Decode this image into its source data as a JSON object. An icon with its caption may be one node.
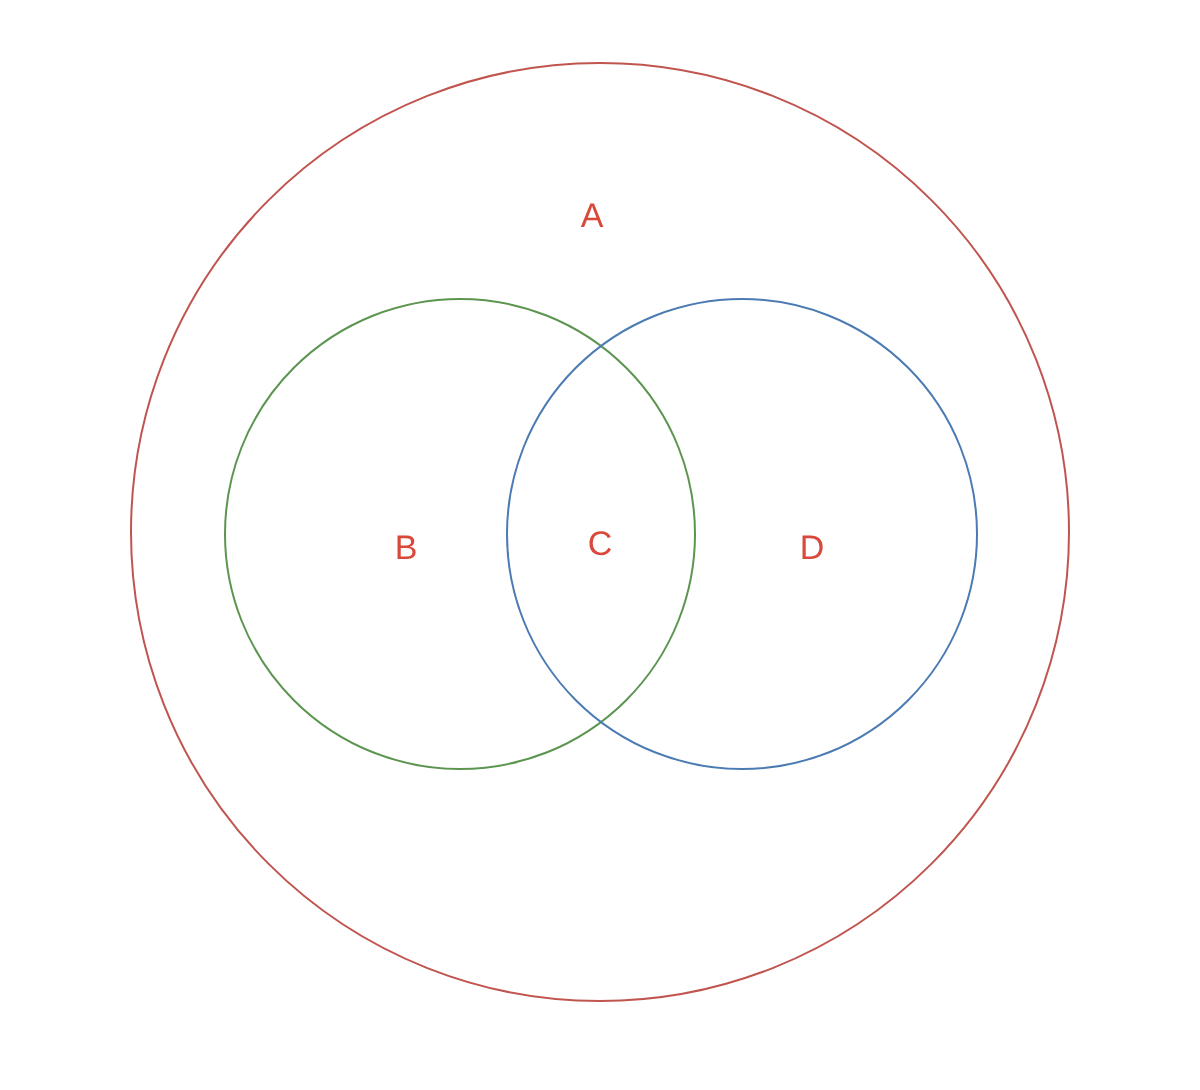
{
  "diagram": {
    "nodes": [
      {
        "text": [
          "A"
        ]
      },
      {
        "text": [
          "B"
        ],
        "in": 0
      },
      {
        "text": [
          "D"
        ],
        "in": 0
      }
    ],
    "labels": [
      "C"
    ]
  }
}
